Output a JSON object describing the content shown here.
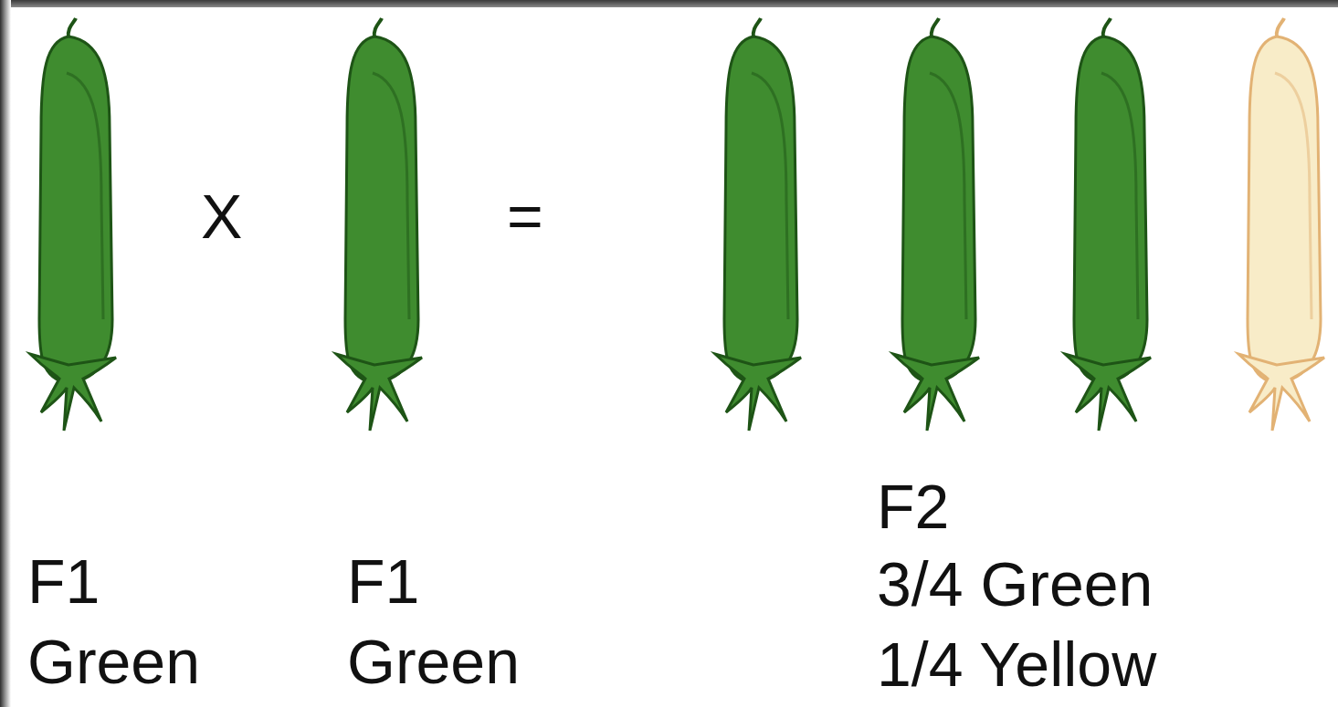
{
  "diagram": {
    "labels": [
      "X",
      "=",
      "F1",
      "Green",
      "F1",
      "Green",
      "F2",
      "3/4 Green",
      "1/4 Yellow"
    ]
  }
}
